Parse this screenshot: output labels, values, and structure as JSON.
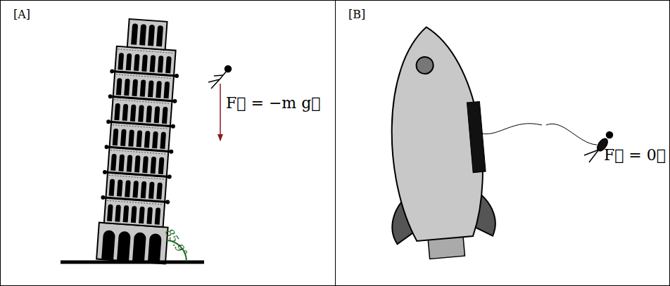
{
  "diagram": {
    "nodes": [
      {
        "text": [
          "[A]"
        ]
      },
      {
        "text": [
          "[B]"
        ]
      }
    ],
    "labels": [
      "F⃗ = −m g⃗",
      "85.9°",
      "F⃗ = 0⃗"
    ]
  }
}
